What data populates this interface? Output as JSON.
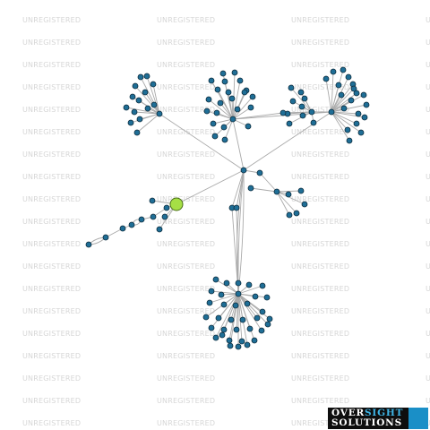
{
  "watermark": {
    "text": "UNREGISTERED",
    "color": "#d6d6d6"
  },
  "logo": {
    "word1": "OVER",
    "word2": "SIGHT",
    "word3": "SOLUTIONS",
    "accent_color": "#3fb5e6"
  },
  "network": {
    "node_color": "#1f6e96",
    "node_stroke": "#0d2c3d",
    "edge_color": "#aaaaaa",
    "focus_node_color": "#a6df45",
    "node_count": 123
  }
}
